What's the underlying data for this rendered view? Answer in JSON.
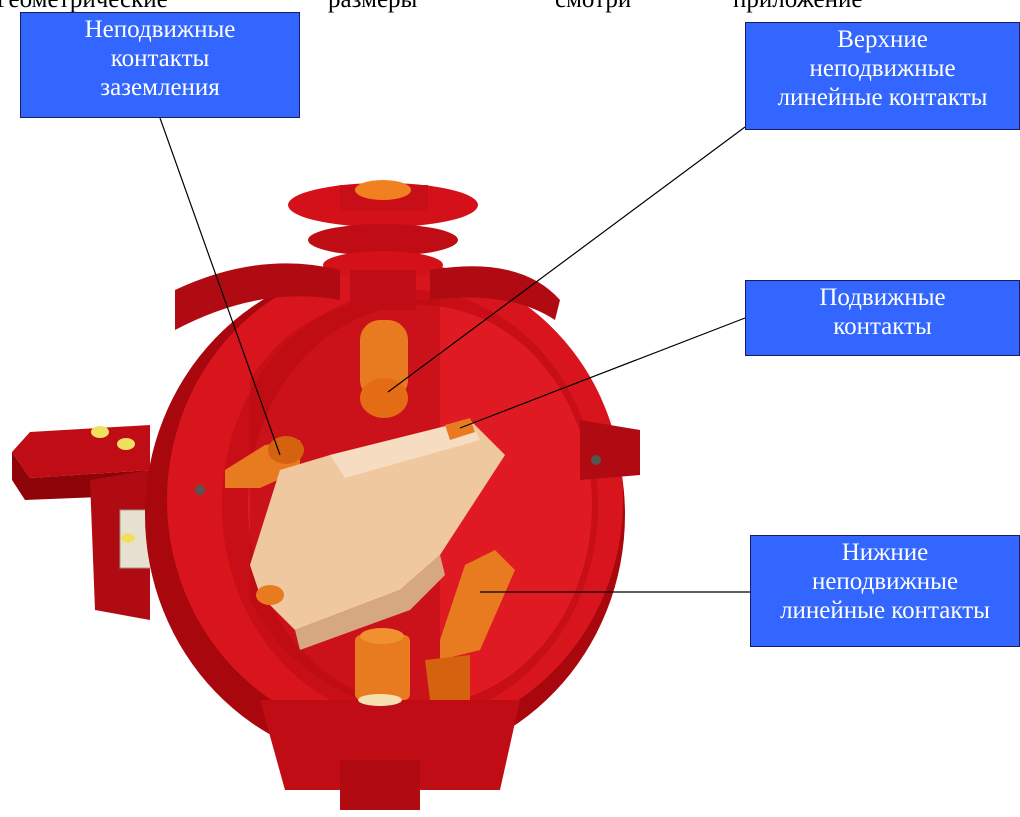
{
  "header_fragments": [
    "Геометрические",
    "размеры",
    "смотри",
    "приложение"
  ],
  "callouts": {
    "ground": {
      "lines": [
        "Неподвижные",
        "контакты",
        "заземления"
      ]
    },
    "upper": {
      "lines": [
        "Верхние",
        "неподвижные",
        "линейные контакты"
      ]
    },
    "moving": {
      "lines": [
        "Подвижные",
        "контакты"
      ]
    },
    "lower": {
      "lines": [
        "Нижние",
        "неподвижные",
        "линейные контакты"
      ]
    }
  },
  "colors": {
    "callout_bg": "#3366ff",
    "callout_text": "#ffffff",
    "housing": "#d41018",
    "housing_dark": "#a0060c",
    "contact_orange": "#e87a20",
    "moving_contact": "#f0c8a0"
  }
}
